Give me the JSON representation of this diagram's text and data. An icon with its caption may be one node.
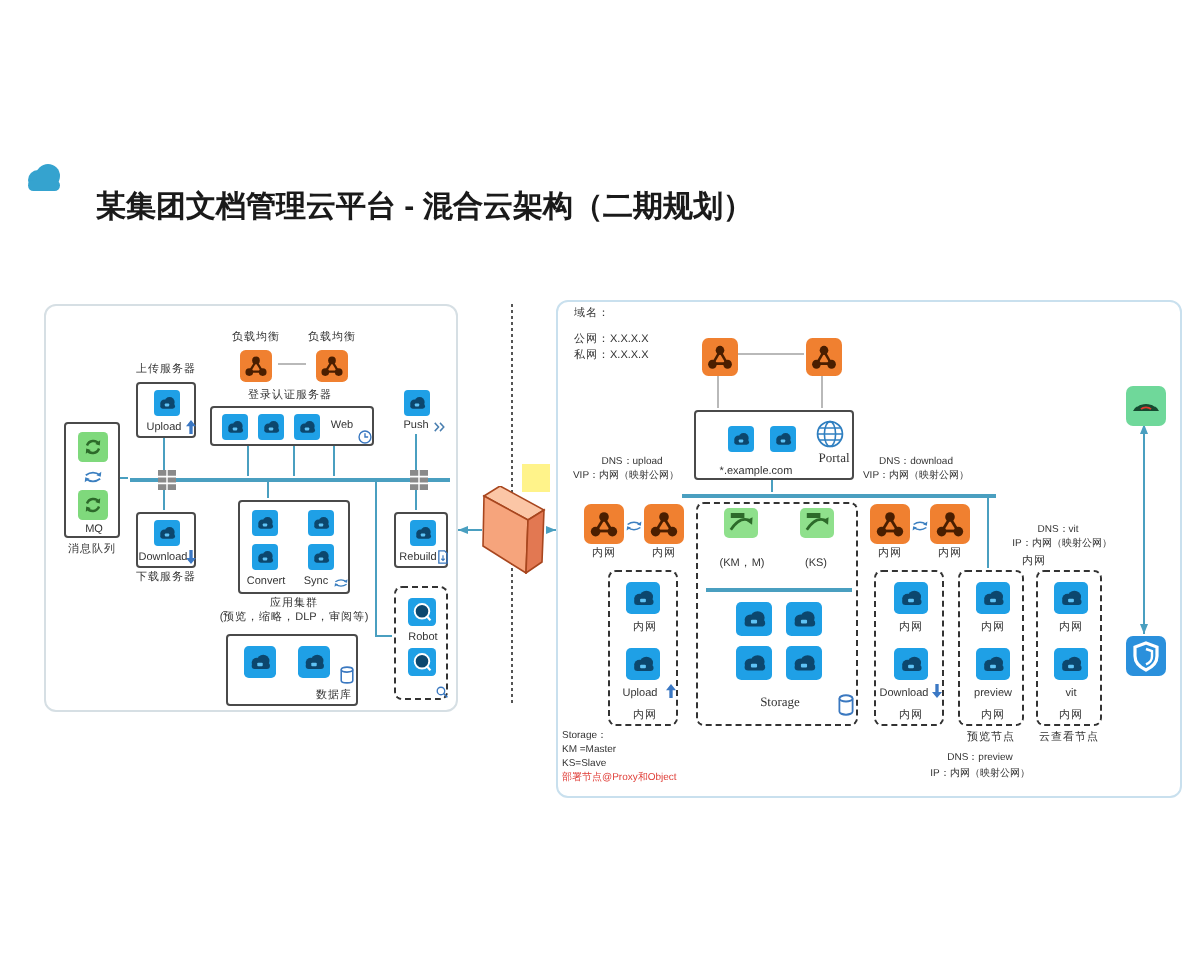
{
  "diagram": {
    "title": "某集团文档管理云平台 - 混合云架构（二期规划）",
    "nodes": [
      {
        "text": [],
        "shape": "box"
      },
      {
        "text": [
          "负载均衡"
        ],
        "in": 0
      },
      {
        "text": [
          "负载均衡"
        ],
        "in": 0
      },
      {
        "text": [
          "上传服务器",
          "Upload"
        ],
        "in": 0
      },
      {
        "text": [
          "登录认证服务器",
          "Web"
        ],
        "in": 0
      },
      {
        "text": [
          "Push"
        ],
        "in": 0
      },
      {
        "text": [
          "MQ",
          "消息队列"
        ],
        "in": 0
      },
      {
        "text": [],
        "shape": "bar",
        "in": 0
      },
      {
        "text": [
          "Download",
          "下载服务器"
        ],
        "in": 0
      },
      {
        "text": [
          "Convert",
          "Sync",
          "应用集群",
          "(预览，缩略，DLP，审阅等)"
        ],
        "in": 0
      },
      {
        "text": [
          "Rebuild"
        ],
        "in": 0
      },
      {
        "text": [
          "Robot"
        ],
        "in": 0
      },
      {
        "text": [
          "数据库"
        ],
        "in": 0
      },
      {
        "text": [],
        "shape": "box"
      },
      {
        "text": [],
        "shape": "box"
      },
      {
        "text": [],
        "shape": "box",
        "in": 14
      },
      {
        "text": [],
        "shape": "box",
        "in": 14
      },
      {
        "text": [
          "Portal",
          "*.example.com"
        ],
        "in": 14
      },
      {
        "text": [],
        "shape": "bar",
        "in": 14
      },
      {
        "text": [],
        "shape": "box",
        "beside": [
          "内网"
        ],
        "in": 14
      },
      {
        "text": [],
        "shape": "box",
        "beside": [
          "内网"
        ],
        "in": 14
      },
      {
        "text": [
          "内网",
          "Upload",
          "内网"
        ],
        "in": 14
      },
      {
        "text": [
          "(KM，M)",
          "(KS)",
          "Storage"
        ],
        "in": 14
      },
      {
        "text": [],
        "shape": "box",
        "beside": [
          "内网"
        ],
        "in": 14
      },
      {
        "text": [],
        "shape": "box",
        "beside": [
          "内网"
        ],
        "in": 14
      },
      {
        "text": [
          "内网",
          "Download",
          "内网"
        ],
        "in": 14
      },
      {
        "text": [
          "内网",
          "preview",
          "内网"
        ],
        "beside": [
          "预览节点"
        ],
        "in": 14
      },
      {
        "text": [
          "内网",
          "内网",
          "vit",
          "内网"
        ],
        "beside": [
          "云查看节点"
        ],
        "in": 14
      },
      {
        "text": [],
        "shape": "box",
        "in": 14
      },
      {
        "text": [],
        "shape": "box",
        "in": 14
      }
    ],
    "edges": [
      {
        "from": 1,
        "to": 2,
        "arrow": "none",
        "color": "#b9b9b9"
      },
      {
        "from": 3,
        "to": 7,
        "arrow": "none"
      },
      {
        "from": 4,
        "to": 7,
        "arrow": "none"
      },
      {
        "from": 4,
        "to": 7,
        "arrow": "none"
      },
      {
        "from": 4,
        "to": 7,
        "arrow": "none"
      },
      {
        "from": 5,
        "to": 7,
        "arrow": "none"
      },
      {
        "from": 6,
        "to": 7,
        "arrow": "none"
      },
      {
        "from": 7,
        "to": 8,
        "arrow": "none"
      },
      {
        "from": 7,
        "to": 9,
        "arrow": "none"
      },
      {
        "from": 7,
        "to": 10,
        "arrow": "none"
      },
      {
        "from": 7,
        "to": 11,
        "arrow": "none"
      },
      {
        "from": 13,
        "to": 0,
        "arrow": "to"
      },
      {
        "from": 13,
        "to": 14,
        "arrow": "to"
      },
      {
        "from": 15,
        "to": 16,
        "arrow": "none",
        "color": "#b9b9b9"
      },
      {
        "from": 15,
        "to": 17,
        "arrow": "none",
        "color": "#b9b9b9"
      },
      {
        "from": 16,
        "to": 17,
        "arrow": "none",
        "color": "#b9b9b9"
      },
      {
        "from": 17,
        "to": 18,
        "arrow": "none"
      },
      {
        "from": 18,
        "to": 26,
        "arrow": "none"
      },
      {
        "from": 28,
        "to": 29,
        "arrow": "both"
      }
    ],
    "labels": [
      "域名：",
      "公网：X.X.X.X",
      "私网：X.X.X.X",
      "DNS：upload",
      "VIP：内网（映射公网）",
      "DNS：download",
      "VIP：内网（映射公网）",
      "DNS：vit",
      "IP：内网（映射公网）",
      "Storage：",
      "KM =Master",
      "KS=Slave",
      "部署节点@Proxy和Object",
      "DNS：preview",
      "IP：内网（映射公网）"
    ]
  }
}
